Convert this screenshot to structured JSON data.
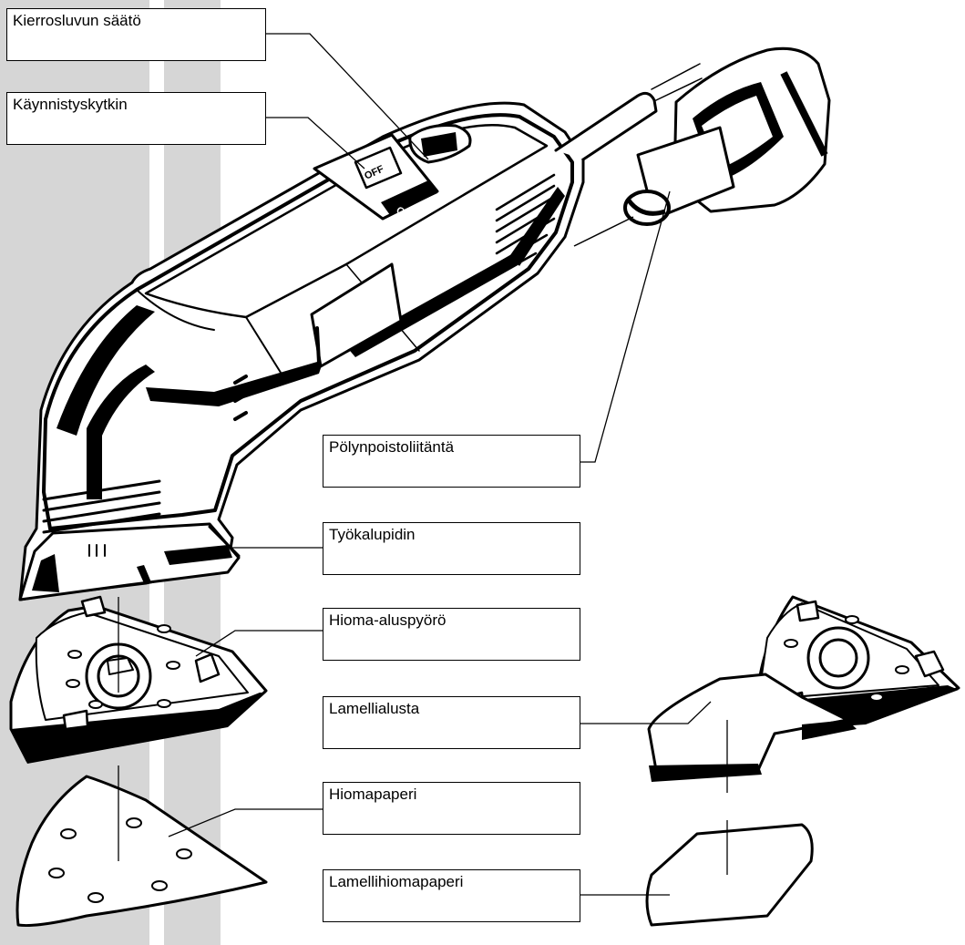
{
  "labels": {
    "speed_control": "Kierrosluvun säätö",
    "power_switch": "Käynnistyskytkin",
    "dust_extraction": "Pölynpoistoliitäntä",
    "tool_holder": "Työkalupidin",
    "sanding_pad": "Hioma-aluspyörö",
    "lamella_pad": "Lamellialusta",
    "sanding_paper": "Hiomapaperi",
    "lamella_paper": "Lamellihiomapaperi"
  },
  "switch_marks": {
    "off": "OFF",
    "on": "ON"
  },
  "colors": {
    "stripe": "#d6d6d6",
    "ink": "#000000",
    "paper": "#ffffff"
  }
}
